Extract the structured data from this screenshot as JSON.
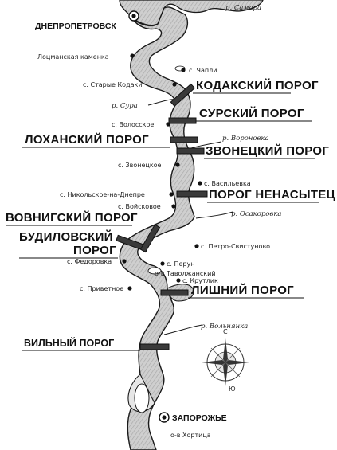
{
  "cities": {
    "dnepropetrovsk": "ДНЕПРОПЕТРОВСК",
    "zaporozhye": "ЗАПОРОЖЬЕ"
  },
  "islands": {
    "khortitsa": "о-в Хортица",
    "tavolzhansky": "о-в Таволжанский"
  },
  "rivers": {
    "samara": "р. Самара",
    "sura": "р. Сура",
    "voronovka": "р. Вороновка",
    "osakorovka": "р. Осакоровка",
    "volnyanka": "р. Вольнянка"
  },
  "places": {
    "lotsmanskaya": "Лоцманская каменка",
    "chapli": "с. Чапли",
    "starye_kodaki": "с. Старые Кодаки",
    "volosskoe": "с. Волосское",
    "zvonetskoe": "с. Звонецкое",
    "vasilevka": "с. Васильевка",
    "nikolskoe": "с. Никольское-на-Днепре",
    "voyskovoe": "с. Войсковое",
    "petro_svistunovo": "с. Петро-Свистуново",
    "fedorovka": "с. Федоровка",
    "perun": "с. Перун",
    "krutlik": "с. Крутлик",
    "privetnoe": "с. Привeтное"
  },
  "rapids": {
    "kodaksky": "КОДАКСКИЙ ПОРОГ",
    "sursky": "СУРСКИЙ ПОРОГ",
    "lokhansky": "ЛОХАНСКИЙ ПОРОГ",
    "zvonetsky": "ЗВОНЕЦКИЙ ПОРОГ",
    "nenasytets": "ПОРОГ НЕНАСЫТЕЦ",
    "vovnigsky": "ВОВНИГСКИЙ ПОРОГ",
    "budilovsky_1": "БУДИЛОВСКИЙ",
    "budilovsky_2": "ПОРОГ",
    "lishny": "ЛИШНИЙ ПОРОГ",
    "vilny": "ВИЛЬНЫЙ ПОРОГ"
  },
  "compass": {
    "north": "С",
    "south": "Ю"
  },
  "colors": {
    "water": "#c9c9c9",
    "river_shading": "#9a9a9a",
    "shore": "#1a1a1a",
    "marker": "#3a3a3a"
  }
}
